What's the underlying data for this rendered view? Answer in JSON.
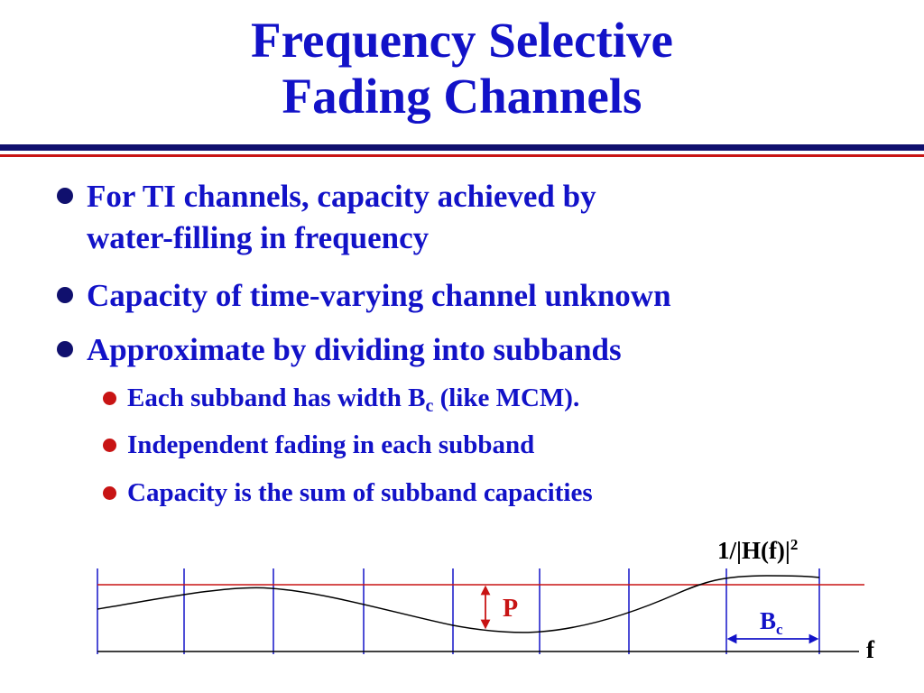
{
  "slide": {
    "title_line1": "Frequency Selective",
    "title_line2": "Fading Channels"
  },
  "bullets": [
    {
      "line1": "For TI channels, capacity achieved by",
      "line2": "water-filling in frequency"
    },
    {
      "text": "Capacity of time-varying channel unknown"
    },
    {
      "text": "Approximate by dividing into subbands"
    }
  ],
  "sub_bullets": [
    {
      "pre": "Each subband has width B",
      "subscript": "c",
      "post": " (like MCM)."
    },
    {
      "text": "Independent fading in each subband"
    },
    {
      "text": "Capacity is the sum of subband capacities"
    }
  ],
  "diagram": {
    "curve_label": "1/|H(f)|",
    "curve_label_exp": "2",
    "power_label": "P",
    "bandwidth_label": "B",
    "bandwidth_sub": "c",
    "axis_label": "f",
    "colors": {
      "blue": "#1212c8",
      "red": "#c81414",
      "navy": "#10106e",
      "black": "#000000"
    }
  }
}
